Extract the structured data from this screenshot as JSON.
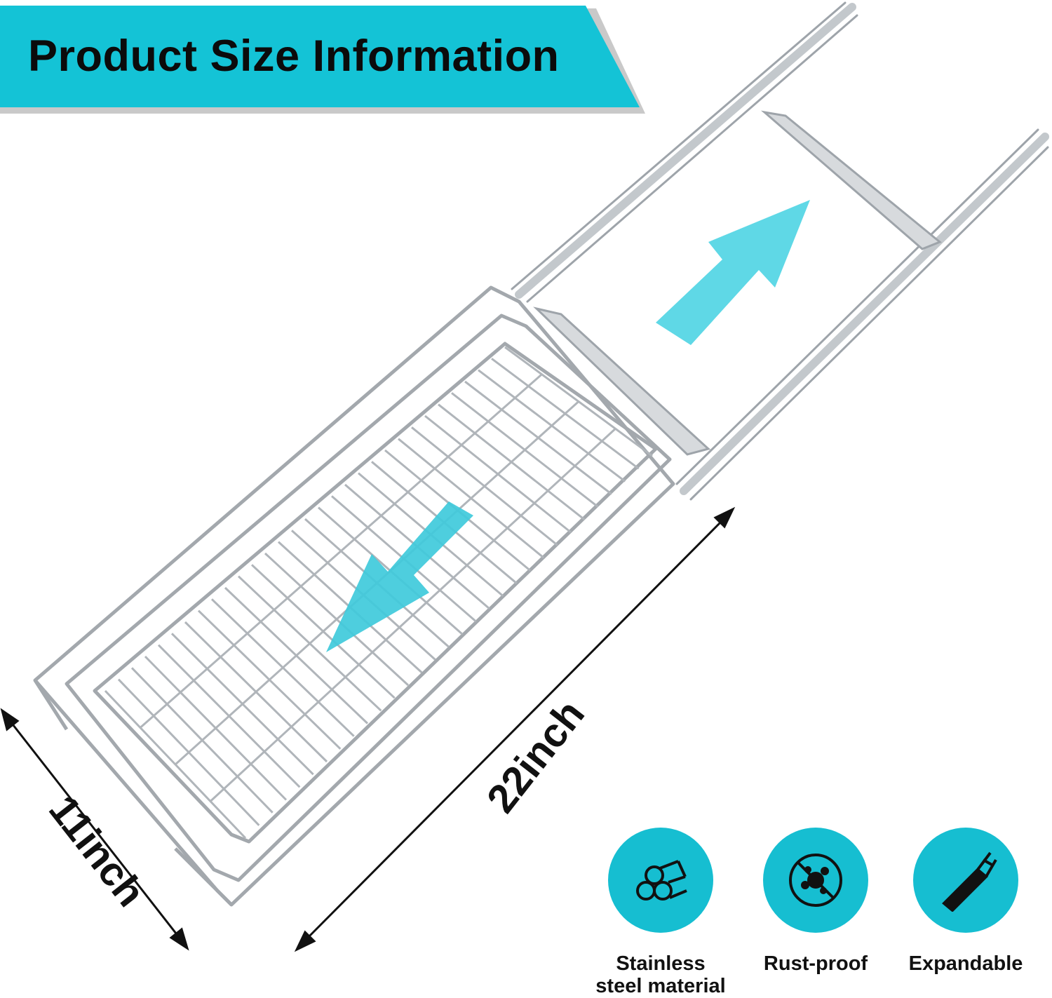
{
  "banner": {
    "title": "Product Size Information"
  },
  "dimensions": {
    "length": "22inch",
    "width": "11inch"
  },
  "features": [
    {
      "icon": "steel-pipes-icon",
      "label_line1": "Stainless",
      "label_line2": "steel material"
    },
    {
      "icon": "no-rust-icon",
      "label_line1": "Rust-proof",
      "label_line2": ""
    },
    {
      "icon": "expand-rail-icon",
      "label_line1": "Expandable",
      "label_line2": ""
    }
  ],
  "colors": {
    "accent": "#14c3d6",
    "arrow": "#5fd8e6",
    "text": "#111111",
    "metal": "#a9aeb3"
  }
}
